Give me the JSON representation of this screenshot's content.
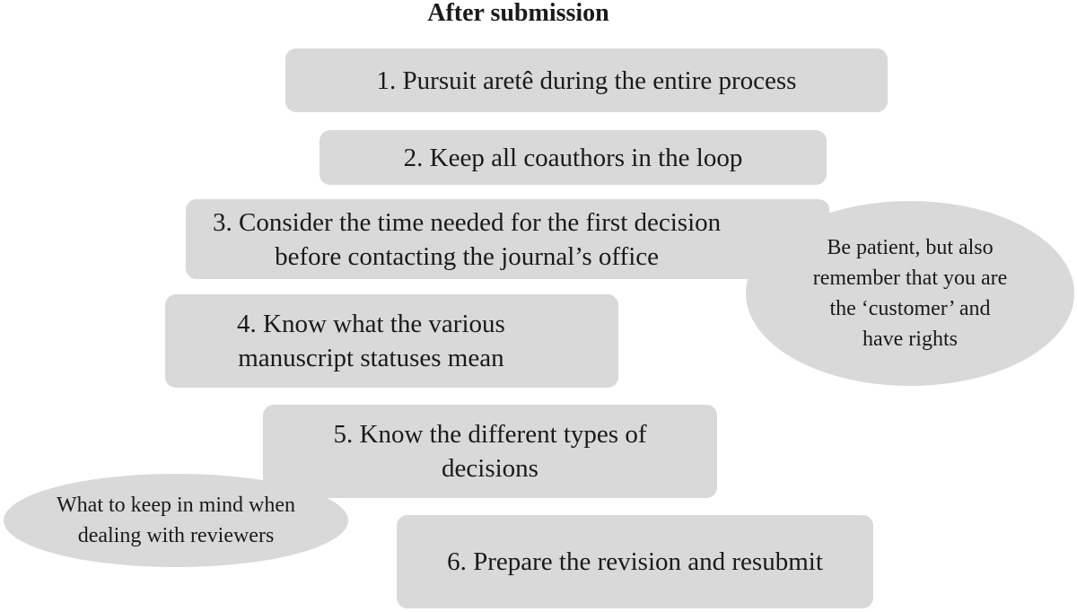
{
  "title": "After submission",
  "steps": [
    {
      "lines": [
        "1. Pursuit aretê during the entire process"
      ]
    },
    {
      "lines": [
        "2. Keep all coauthors in the loop"
      ]
    },
    {
      "lines": [
        "3. Consider the time needed for the first decision",
        "before contacting the journal’s office"
      ]
    },
    {
      "lines": [
        "4. Know what the various",
        "manuscript statuses mean"
      ]
    },
    {
      "lines": [
        "5. Know the different types of",
        "decisions"
      ]
    },
    {
      "lines": [
        "6. Prepare the revision and resubmit"
      ]
    }
  ],
  "bubbles": {
    "patient": {
      "lines": [
        "Be patient, but also",
        "remember that you are",
        "the ‘customer’ and",
        "have rights"
      ]
    },
    "reviewers": {
      "lines": [
        "What to keep in mind when",
        "dealing with reviewers"
      ]
    }
  },
  "colors": {
    "box_fill": "#d9d9d9",
    "text": "#1a1a1a",
    "background": "#ffffff"
  }
}
